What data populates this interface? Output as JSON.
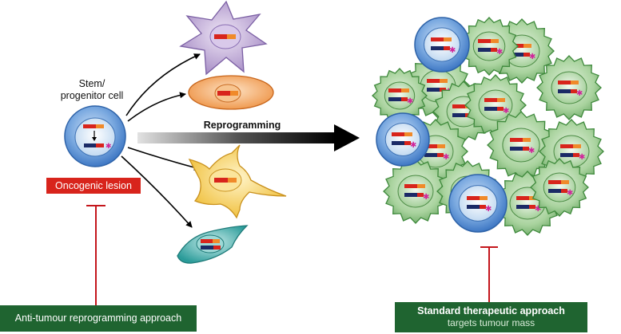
{
  "labels": {
    "stem_cell": "Stem/\nprogenitor cell",
    "reprogramming": "Reprogramming",
    "oncogenic_lesion": "Oncogenic lesion",
    "anti_tumour": "Anti-tumour reprogramming approach",
    "standard_title": "Standard therapeutic approach",
    "standard_subtitle": "targets tumour mass"
  },
  "colors": {
    "stem_blue": "#4a86cf",
    "tumour_green": "#6fae68",
    "lesion_red": "#d8241c",
    "inhibit_line": "#c4161c",
    "box_green": "#1f6430",
    "purple_cell": "#a98cc6",
    "orange_cell": "#ef9a52",
    "yellow_cell": "#f3c640",
    "teal_cell": "#2fa3a0"
  }
}
